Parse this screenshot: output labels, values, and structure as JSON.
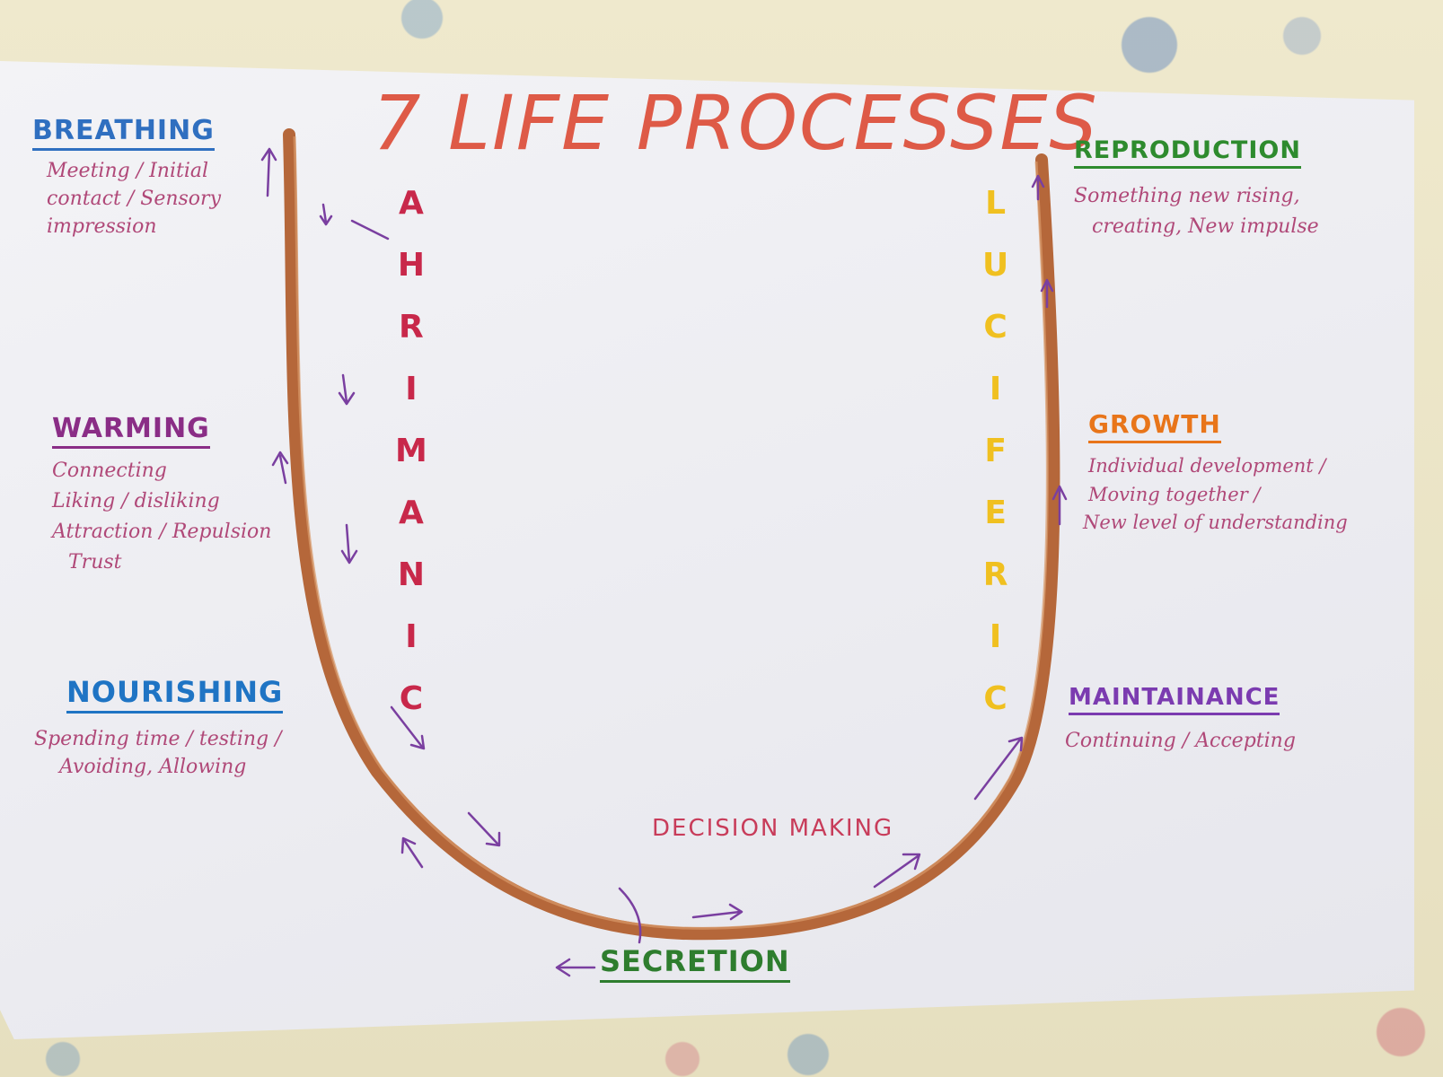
{
  "title": "7 LIFE PROCESSES",
  "colors": {
    "title": "#de5a47",
    "curve": "#b5673a",
    "arrows": "#7a3fa0",
    "ahrimanic": "#c8284a",
    "luciferic": "#f0c020"
  },
  "processes": [
    {
      "name": "BREATHING",
      "color": "#2f6fc0",
      "notes": [
        "Meeting / Initial",
        "contact / Sensory",
        "impression"
      ]
    },
    {
      "name": "WARMING",
      "color": "#8a2d86",
      "notes": [
        "Connecting",
        "Liking / disliking",
        "Attraction / Repulsion",
        "Trust"
      ]
    },
    {
      "name": "NOURISHING",
      "color": "#1f74c4",
      "notes": [
        "Spending time / testing /",
        "Avoiding, Allowing"
      ]
    },
    {
      "name": "SECRETION",
      "color": "#2e7d2e",
      "notes": []
    },
    {
      "name": "MAINTAINANCE",
      "color": "#7b3bb0",
      "notes": [
        "Continuing / Accepting"
      ]
    },
    {
      "name": "GROWTH",
      "color": "#e8751a",
      "notes": [
        "Individual development /",
        "Moving together /",
        "New level of understanding"
      ]
    },
    {
      "name": "REPRODUCTION",
      "color": "#2e8b2e",
      "notes": [
        "Something new rising,",
        "creating, New impulse"
      ]
    }
  ],
  "ahrimanic_letters": [
    "A",
    "H",
    "R",
    "I",
    "M",
    "A",
    "N",
    "I",
    "C"
  ],
  "luciferic_letters": [
    "L",
    "U",
    "C",
    "I",
    "F",
    "E",
    "R",
    "I",
    "C"
  ],
  "decision_label": "DECISION MAKING"
}
